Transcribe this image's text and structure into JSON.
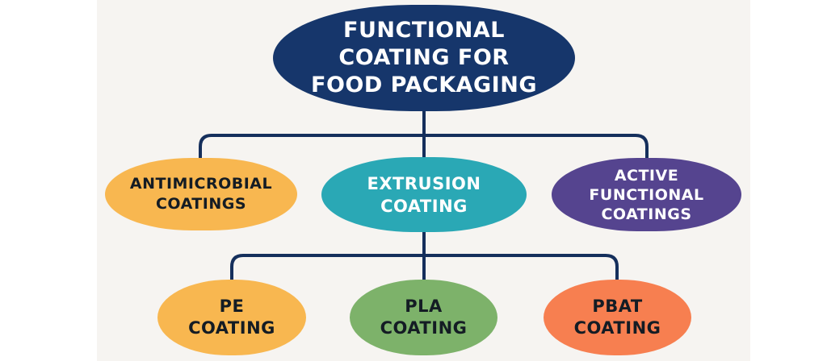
{
  "diagram": {
    "colors": {
      "background": "#f6f4f1",
      "connector": "#152f5c",
      "root": "#16366b",
      "antimicrobial": "#f8b750",
      "extrusion": "#2aa8b5",
      "active": "#55448f",
      "pe": "#f8b750",
      "pla": "#7db26a",
      "pbat": "#f77f50"
    },
    "root": {
      "lines": [
        "FUNCTIONAL",
        "COATING FOR",
        "FOOD PACKAGING"
      ]
    },
    "level1": [
      {
        "id": "antimicrobial",
        "lines": [
          "ANTIMICROBIAL",
          "COATINGS"
        ]
      },
      {
        "id": "extrusion",
        "lines": [
          "EXTRUSION",
          "COATING"
        ]
      },
      {
        "id": "active",
        "lines": [
          "ACTIVE",
          "FUNCTIONAL",
          "COATINGS"
        ]
      }
    ],
    "level2": [
      {
        "id": "pe",
        "lines": [
          "PE",
          "COATING"
        ]
      },
      {
        "id": "pla",
        "lines": [
          "PLA",
          "COATING"
        ]
      },
      {
        "id": "pbat",
        "lines": [
          "PBAT",
          "COATING"
        ]
      }
    ]
  }
}
